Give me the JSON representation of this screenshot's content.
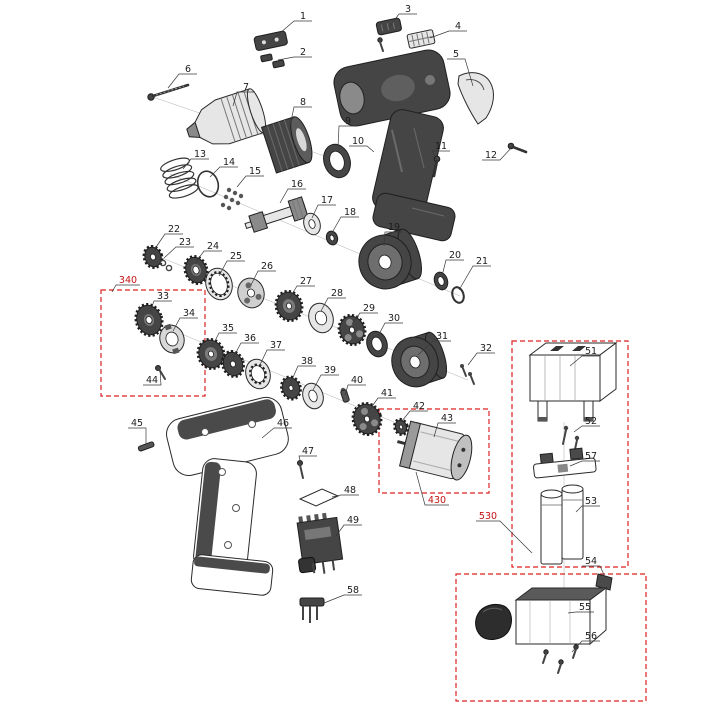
{
  "diagram": {
    "subject": "cordless-drill-driver-exploded-parts-view",
    "colors": {
      "background": "#ffffff",
      "outline": "#2a2a2a",
      "leader_line": "#3a3a3a",
      "housing_dark": "#454545",
      "metal_light": "#e6e6e6",
      "group_box_red": "#dd2222",
      "group_label_red": "#c41212"
    }
  },
  "part_labels": {
    "p1": "1",
    "p2": "2",
    "p3": "3",
    "p4": "4",
    "p5": "5",
    "p6": "6",
    "p7": "7",
    "p8": "8",
    "p9": "9",
    "p10": "10",
    "p11": "11",
    "p12": "12",
    "p13": "13",
    "p14": "14",
    "p15": "15",
    "p16": "16",
    "p17": "17",
    "p18": "18",
    "p19": "19",
    "p20": "20",
    "p21": "21",
    "p22": "22",
    "p23": "23",
    "p24": "24",
    "p25": "25",
    "p26": "26",
    "p27": "27",
    "p28": "28",
    "p29": "29",
    "p30": "30",
    "p31": "31",
    "p32": "32",
    "p33": "33",
    "p34": "34",
    "p35": "35",
    "p36": "36",
    "p37": "37",
    "p38": "38",
    "p39": "39",
    "p40": "40",
    "p41": "41",
    "p42": "42",
    "p43": "43",
    "p44": "44",
    "p45": "45",
    "p46": "46",
    "p47": "47",
    "p48": "48",
    "p49": "49",
    "p51": "51",
    "p52": "52",
    "p53": "53",
    "p54": "54",
    "p55": "55",
    "p56": "56",
    "p57": "57",
    "p58": "58",
    "g340": "340",
    "g430": "430",
    "g530": "530"
  }
}
